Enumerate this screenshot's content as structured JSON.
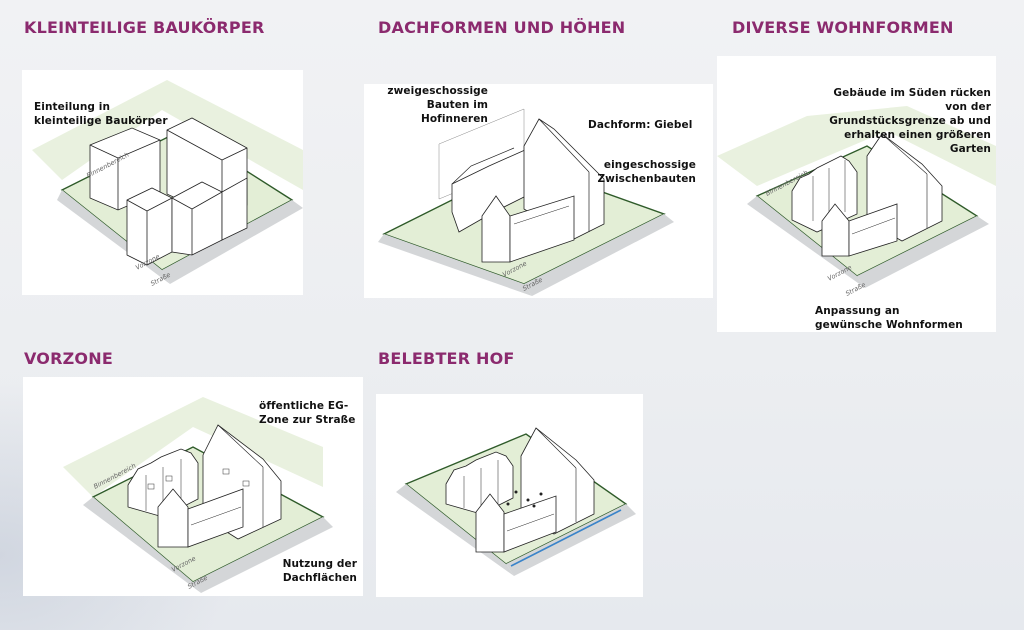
{
  "panels": [
    {
      "title": "KLEINTEILIGE BAUKÖRPER",
      "labels": [
        "Einteilung in kleinteilige Baukörper"
      ],
      "ground_labels": [
        "Binnenbereich",
        "Vorzone",
        "Straße"
      ]
    },
    {
      "title": "DACHFORMEN UND HÖHEN",
      "labels": [
        "zweigeschossige Bauten im Hofinneren",
        "Dachform: Giebel",
        "eingeschossige Zwischenbauten"
      ],
      "ground_labels": [
        "Vorzone",
        "Straße"
      ]
    },
    {
      "title": "DIVERSE WOHNFORMEN",
      "labels": [
        "Gebäude im Süden rücken von der Grundstücksgrenze ab und erhalten einen größeren Garten",
        "Anpassung an gewünsche Wohnformen"
      ],
      "ground_labels": [
        "Binnenbereich",
        "Vorzone",
        "Straße"
      ]
    },
    {
      "title": "VORZONE",
      "labels": [
        "öffentliche EG-Zone zur Straße",
        "Nutzung der Dachflächen"
      ],
      "ground_labels": [
        "Binnenbereich",
        "Vorzone",
        "Straße"
      ]
    },
    {
      "title": "BELEBTER HOF",
      "labels": [],
      "ground_labels": []
    }
  ],
  "colors": {
    "title": "#8b2a6e",
    "green": "#e3eed6",
    "green_edge": "#2f5b2a",
    "street": "#d4d6d8",
    "accent_blue": "#3a84c9"
  }
}
